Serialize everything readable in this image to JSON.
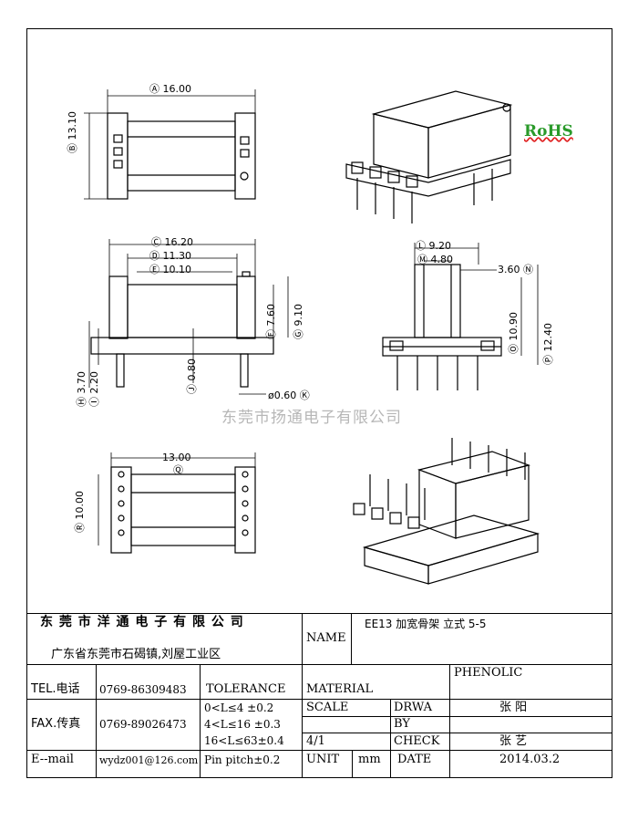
{
  "badge": "RoHS",
  "watermark": "东莞市扬通电子有限公司",
  "dimensions": {
    "a": {
      "letter": "A",
      "value": "16.00"
    },
    "b": {
      "letter": "B",
      "value": "13.10"
    },
    "c": {
      "letter": "C",
      "value": "16.20"
    },
    "d": {
      "letter": "D",
      "value": "11.30"
    },
    "e": {
      "letter": "E",
      "value": "10.10"
    },
    "f": {
      "letter": "F",
      "value": "7.60"
    },
    "g": {
      "letter": "G",
      "value": "9.10"
    },
    "h": {
      "letter": "H",
      "value": "3.70"
    },
    "i": {
      "letter": "I",
      "value": "2.20"
    },
    "j": {
      "letter": "J",
      "value": "0.80"
    },
    "k": {
      "letter": "K",
      "value": "ø0.60"
    },
    "l": {
      "letter": "L",
      "value": "9.20"
    },
    "m": {
      "letter": "M",
      "value": "4.80"
    },
    "n": {
      "letter": "N",
      "value": "3.60"
    },
    "o": {
      "letter": "O",
      "value": "10.90"
    },
    "p": {
      "letter": "P",
      "value": "12.40"
    },
    "q": {
      "letter": "Q",
      "value": "13.00"
    },
    "r": {
      "letter": "R",
      "value": "10.00"
    }
  },
  "title_block": {
    "company": "东 莞 市 洋 通 电 子 有 限 公 司",
    "address": "广东省东莞市石碣镇,刘屋工业区",
    "name_label": "NAME",
    "name_value": "EE13 加宽骨架 立式 5-5",
    "tel_label": "TEL.电话",
    "tel_value": "0769-86309483",
    "fax_label": "FAX.传真",
    "fax_value": "0769-89026473",
    "email_label": "E--mail",
    "email_value": "wydz001@126.com",
    "tolerance_label": "TOLERANCE",
    "tol_1": "0<L≤4    ±0.2",
    "tol_2": "4<L≤16  ±0.3",
    "tol_3": "16<L≤63±0.4",
    "tol_4": "Pin pitch±0.2",
    "material_label": "MATERIAL",
    "material_value": "PHENOLIC",
    "scale_label": "SCALE",
    "scale_value": "4/1",
    "draw_label_1": "DRWA",
    "draw_label_2": "BY",
    "draw_value": "张 阳",
    "check_label": "CHECK",
    "check_value": "张 艺",
    "unit_label": "UNIT",
    "unit_value": "mm",
    "date_label": "DATE",
    "date_value": "2014.03.2"
  }
}
